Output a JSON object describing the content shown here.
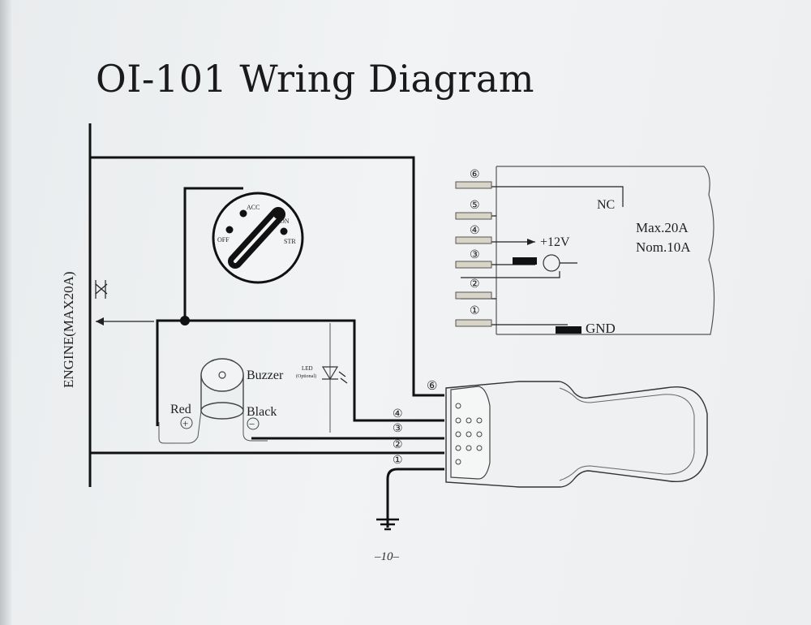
{
  "title": "OI-101 Wring Diagram",
  "engine_label": "ENGINE(MAX20A)",
  "ignition": {
    "acc": "ACC",
    "on": "ON",
    "off": "OFF",
    "str": "STR"
  },
  "buzzer_label": "Buzzer",
  "led_label": "LED",
  "led_sub_label": "(Optional)",
  "red_label": "Red",
  "black_label": "Black",
  "plus_symbol": "+",
  "minus_symbol": "−",
  "relay": {
    "nc_label": "NC",
    "v12_label": "+12V",
    "gnd_label": "GND",
    "max_label": "Max.20A",
    "nom_label": "Nom.10A",
    "pins": [
      "⑥",
      "⑤",
      "④",
      "③",
      "②",
      "①"
    ]
  },
  "connector_pins": {
    "six": "⑥",
    "wires": [
      "④",
      "③",
      "②",
      "①"
    ]
  },
  "page_number": "–10–"
}
